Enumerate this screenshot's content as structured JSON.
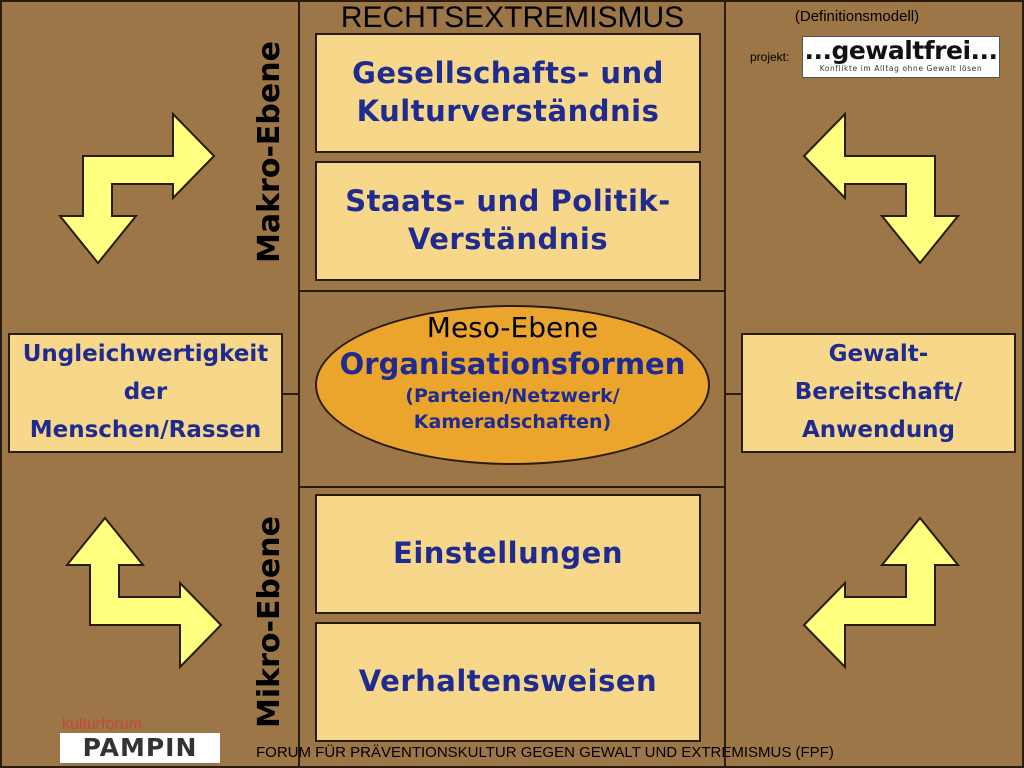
{
  "title": "RECHTSEXTREMISMUS",
  "definition_label": "(Definitionsmodell)",
  "projekt_label": "projekt:",
  "logo": {
    "name": "...gewaltfrei...",
    "tagline": "Konflikte im Alltag ohne Gewalt lösen"
  },
  "makro_label": "Makro-Ebene",
  "mikro_label": "Mikro-Ebene",
  "boxes": {
    "gesellschaft": [
      "Gesellschafts- und",
      "Kulturverständnis"
    ],
    "staat": [
      "Staats- und Politik-",
      "Verständnis"
    ],
    "einstellungen": "Einstellungen",
    "verhalten": "Verhaltensweisen",
    "left": [
      "Ungleichwertigkeit",
      "der",
      "Menschen/Rassen"
    ],
    "right": [
      "Gewalt-",
      "Bereitschaft/",
      "Anwendung"
    ]
  },
  "meso": {
    "heading": "Meso-Ebene",
    "main": "Organisationsformen",
    "sub1": "(Parteien/Netzwerk/",
    "sub2": "Kameradschaften)"
  },
  "footer": {
    "org_top": "kulturforum",
    "org_name": "PAMPIN",
    "caption": "FORUM FÜR PRÄVENTIONSKULTUR GEGEN GEWALT UND EXTREMISMUS (FPF)"
  },
  "colors": {
    "background": "#9c7647",
    "box": "#f7d88a",
    "ellipse": "#eba52d",
    "arrow": "#ffff80",
    "text": "#1f2b8f"
  }
}
